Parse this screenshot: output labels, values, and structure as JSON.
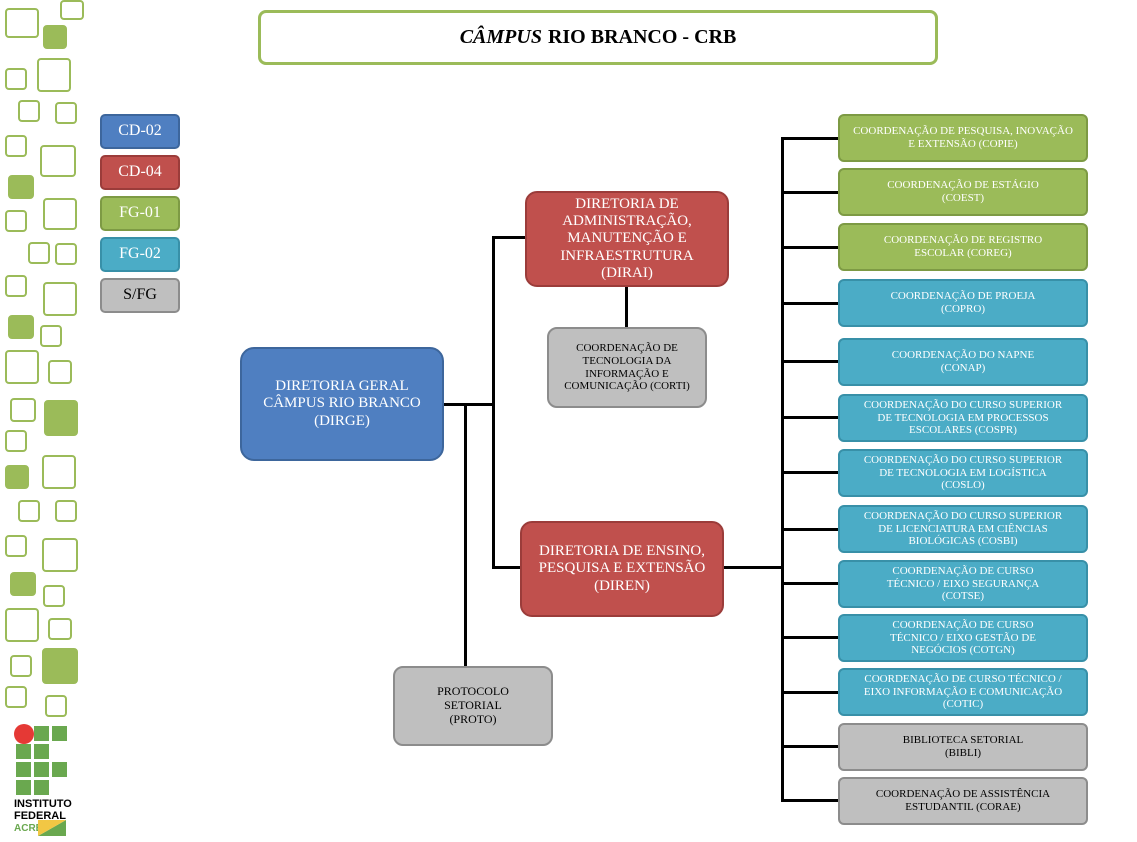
{
  "title": {
    "italic": "CÂMPUS",
    "rest": "RIO BRANCO - CRB"
  },
  "legend": [
    "CD-02",
    "CD-04",
    "FG-01",
    "FG-02",
    "S/FG"
  ],
  "logo": {
    "line1": "INSTITUTO",
    "line2": "FEDERAL",
    "line3": "ACRE"
  },
  "nodes": {
    "dirge": "DIRETORIA GERAL CÂMPUS RIO BRANCO (DIRGE)",
    "dirai": "DIRETORIA DE ADMINISTRAÇÃO, MANUTENÇÃO E INFRAESTRUTURA (DIRAI)",
    "corti": "COORDENAÇÃO DE TECNOLOGIA DA INFORMAÇÃO E COMUNICAÇÃO (CORTI)",
    "diren": "DIRETORIA DE ENSINO, PESQUISA E EXTENSÃO (DIREN)",
    "proto": "PROTOCOLO SETORIAL (PROTO)"
  },
  "coordinations": [
    {
      "label": "COORDENAÇÃO DE PESQUISA, INOVAÇÃO E EXTENSÃO (COPIE)",
      "type": "FG-01"
    },
    {
      "label": "COORDENAÇÃO DE ESTÁGIO (COEST)",
      "type": "FG-01"
    },
    {
      "label": "COORDENAÇÃO DE REGISTRO ESCOLAR (COREG)",
      "type": "FG-01"
    },
    {
      "label": "COORDENAÇÃO DE PROEJA (COPRO)",
      "type": "FG-02"
    },
    {
      "label": "COORDENAÇÃO DO NAPNE (CONAP)",
      "type": "FG-02"
    },
    {
      "label": "COORDENAÇÃO DO CURSO SUPERIOR DE TECNOLOGIA EM PROCESSOS ESCOLARES (COSPR)",
      "type": "FG-02"
    },
    {
      "label": "COORDENAÇÃO DO CURSO SUPERIOR DE TECNOLOGIA EM LOGÍSTICA (COSLO)",
      "type": "FG-02"
    },
    {
      "label": "COORDENAÇÃO DO CURSO SUPERIOR DE LICENCIATURA EM CIÊNCIAS BIOLÓGICAS (COSBI)",
      "type": "FG-02"
    },
    {
      "label": "COORDENAÇÃO DE CURSO TÉCNICO / EIXO SEGURANÇA (COTSE)",
      "type": "FG-02"
    },
    {
      "label": "COORDENAÇÃO DE CURSO TÉCNICO / EIXO GESTÃO DE NEGÓCIOS (COTGN)",
      "type": "FG-02"
    },
    {
      "label": "COORDENAÇÃO DE CURSO TÉCNICO / EIXO INFORMAÇÃO E COMUNICAÇÃO (COTIC)",
      "type": "FG-02"
    },
    {
      "label": "BIBLIOTECA SETORIAL (BIBLI)",
      "type": "S/FG"
    },
    {
      "label": "COORDENAÇÃO DE ASSISTÊNCIA ESTUDANTIL (CORAE)",
      "type": "S/FG"
    }
  ]
}
